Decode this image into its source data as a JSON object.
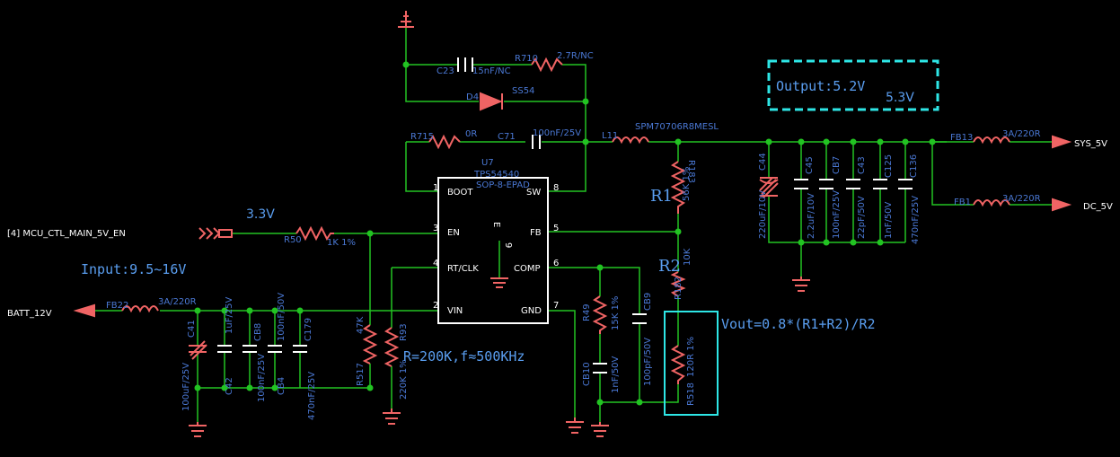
{
  "colors": {
    "background": "#000000",
    "wire": "#22c322",
    "component": "#f06464",
    "label": "#4a78d4",
    "text": "#ffffff",
    "note": "#5a9ef0",
    "highlight": "#2ee6e6"
  },
  "chip": {
    "ref": "U7",
    "part": "TPS54540",
    "package": "SOP-8-EPAD",
    "pins": {
      "boot": "BOOT",
      "sw": "SW",
      "en": "EN",
      "fb": "FB",
      "rtclk": "RT/CLK",
      "comp": "COMP",
      "vin": "VIN",
      "gnd": "GND"
    },
    "pin_numbers": {
      "p1": "1",
      "p8": "8",
      "p3": "3",
      "p5": "5",
      "p4": "4",
      "p6": "6",
      "p2": "2",
      "p7": "7",
      "p9": "9"
    },
    "thermal_pad": "E"
  },
  "nets": {
    "enable": "[4] MCU_CTL_MAIN_5V_EN",
    "battery": "BATT_12V",
    "sys": "SYS_5V",
    "dc": "DC_5V"
  },
  "components": {
    "c23": {
      "ref": "C23",
      "value": "15nF/NC"
    },
    "r710": {
      "ref": "R710",
      "value": "2.7R/NC"
    },
    "d4": {
      "ref": "D4",
      "value": "SS54"
    },
    "r715": {
      "ref": "R715",
      "value": "0R"
    },
    "c71": {
      "ref": "C71",
      "value": "100nF/25V"
    },
    "l11": {
      "ref": "L11",
      "value": "SPM70706R8MESL"
    },
    "r183": {
      "ref": "R183",
      "value": "56K 1%"
    },
    "r182": {
      "ref": "R182",
      "value": "10K"
    },
    "r518": {
      "ref": "R518",
      "value": "120R 1%"
    },
    "r50": {
      "ref": "R50",
      "value": "1K 1%"
    },
    "r517": {
      "ref": "R517",
      "value": "47K"
    },
    "r93": {
      "ref": "R93",
      "value": "220K 1%"
    },
    "r49": {
      "ref": "R49",
      "value": "15K 1%"
    },
    "cb9": {
      "ref": "CB9",
      "value": "100pF/50V"
    },
    "cb10": {
      "ref": "CB10",
      "value": "1nF/50V"
    },
    "c44": {
      "ref": "C44",
      "value": "220uF/10V"
    },
    "c45": {
      "ref": "C45",
      "value": "2.2uF/10V"
    },
    "cb7": {
      "ref": "CB7",
      "value": "100nF/25V"
    },
    "c43": {
      "ref": "C43",
      "value": "22pF/50V"
    },
    "c125": {
      "ref": "C125",
      "value": "1nF/50V"
    },
    "c136": {
      "ref": "C136",
      "value": "470nF/25V"
    },
    "fb13": {
      "ref": "FB13",
      "value": "3A/220R"
    },
    "fb1": {
      "ref": "FB1",
      "value": "3A/220R"
    },
    "fb22": {
      "ref": "FB22",
      "value": "3A/220R"
    },
    "c41": {
      "ref": "C41",
      "value": "100uF/25V"
    },
    "c42": {
      "ref": "C42",
      "value": "1uF/25V"
    },
    "cb8": {
      "ref": "CB8",
      "value": "100nF/25V"
    },
    "cb4": {
      "ref": "CB4",
      "value": "100nF/50V"
    },
    "c179": {
      "ref": "C179",
      "value": "470nF/25V"
    }
  },
  "annotations": {
    "v33": "3.3V",
    "input": "Input:9.5~16V",
    "output": "Output:5.2V",
    "output_alt": "5.3V",
    "r1": "R1",
    "r2": "R2",
    "formula": "Vout=0.8*(R1+R2)/R2",
    "rt_note": "R=200K,f≈500KHz"
  }
}
